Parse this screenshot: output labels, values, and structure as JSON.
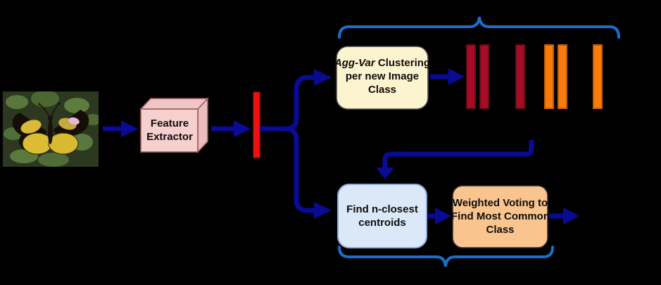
{
  "figure": {
    "background": "#000000",
    "input_image": {
      "name": "butterfly-query-image"
    },
    "boxes": {
      "feature_extractor": {
        "line1": "Feature",
        "line2": "Extractor",
        "fill": "#F6CFCF",
        "fill_top": "#F1C5C5",
        "fill_side": "#EBBDBD",
        "border": "#9E5B5B"
      },
      "agg_var": {
        "italic": "Agg-Var",
        "after_italic": " Clustering",
        "line2": "per new Image",
        "line3": "Class",
        "fill": "#FCF3CF",
        "border": "#4A4A4A"
      },
      "find_centroids": {
        "line1": "Find n-closest",
        "line2": "centroids",
        "fill": "#DBE8F7",
        "border": "#8FAADC"
      },
      "weighted_voting": {
        "line1": "Weighted Voting to",
        "line2": "Find Most Common",
        "line3": "Class",
        "fill": "#FAC48F",
        "border": "#2E2E2E"
      }
    },
    "feature_vector_bar": {
      "fill": "#EE1111",
      "border": "#C40808"
    },
    "cluster_bars": {
      "fills": [
        "#A60C26",
        "#A60C26",
        "#A60C26",
        "#F97B0B",
        "#F97B0B",
        "#F97B0B"
      ],
      "dark_red": "#A60C26",
      "orange": "#F97B0B"
    },
    "arrow_color": "#0A0A94",
    "brace_color": "#1B6FC8"
  }
}
